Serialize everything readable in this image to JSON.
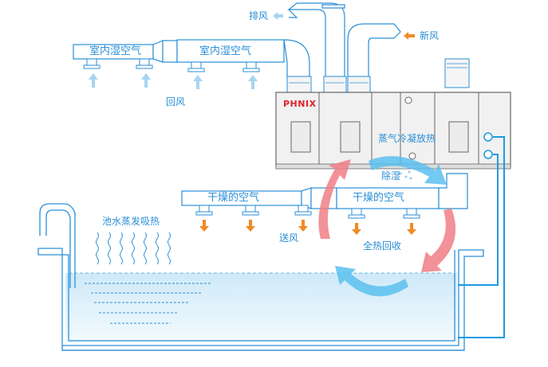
{
  "labels": {
    "exhaust": "排风",
    "fresh_air": "新风",
    "return_air": "回风",
    "indoor_humid_air_1": "室内湿空气",
    "indoor_humid_air_2": "室内湿空气",
    "dry_air_1": "干燥的空气",
    "dry_air_2": "干燥的空气",
    "supply_air": "送风",
    "condensation_heat": "蒸气冷凝放热",
    "dehumidify": "除湿",
    "full_heat_recovery": "全热回收",
    "pool_evaporation": "池水蒸发吸热"
  },
  "brand": "PHNIX",
  "colors": {
    "duct_line": "#2a8fd8",
    "text_blue": "#2a8fd8",
    "return_arrow": "#a8d4f2",
    "supply_arrow": "#f08a24",
    "fresh_arrow": "#f08a24",
    "red_cycle": "#f07e86",
    "blue_cycle": "#5bc0ee",
    "unit_body": "#f1f1f1",
    "water_top": "#cfe9f8",
    "water_bottom": "#eef8fd",
    "pipe": "#1e9be0",
    "logo": "#e0232a"
  }
}
